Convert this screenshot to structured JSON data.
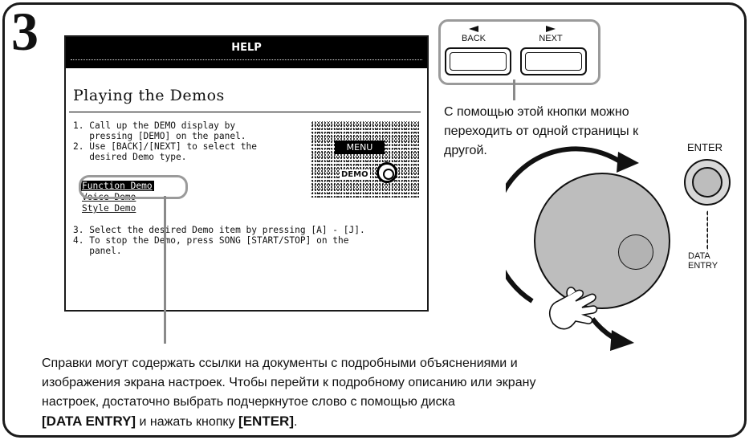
{
  "step_number": "3",
  "lcd": {
    "header": "HELP",
    "title": "Playing the Demos",
    "instructions_top": [
      "1. Call up the DEMO display by",
      "   pressing [DEMO] on the panel.",
      "2. Use [BACK]/[NEXT] to select the",
      "   desired Demo type."
    ],
    "links": [
      "Function Demo",
      "Voice Demo",
      "Style Demo"
    ],
    "instructions_bottom": [
      "3. Select the desired Demo item by pressing [A] - [J].",
      "4. To stop the Demo, press SONG [START/STOP] on the",
      "   panel."
    ],
    "illustration": {
      "menu_label": "MENU",
      "demo_label": "DEMO"
    }
  },
  "panel_buttons": {
    "back_label": "BACK",
    "next_label": "NEXT"
  },
  "callout_buttons": [
    "С помощью этой кнопки можно",
    "переходить от одной страницы к",
    "другой."
  ],
  "enter_label": "ENTER",
  "data_entry_label": [
    "DATA",
    "ENTRY"
  ],
  "bottom_text": {
    "line1": "Справки могут содержать ссылки на документы с подробными объяснениями и",
    "line2": "изображения экрана настроек. Чтобы перейти к подробному описанию или экрану",
    "line3": "настроек, достаточно выбрать подчеркнутое слово с помощью диска",
    "line4_bold1": "[DATA ENTRY]",
    "line4_mid": " и нажать кнопку ",
    "line4_bold2": "[ENTER]",
    "line4_end": "."
  },
  "colors": {
    "frame": "#1a1a1a",
    "callout_line": "#9a9a9a",
    "dial_fill": "#bdbdbd"
  }
}
